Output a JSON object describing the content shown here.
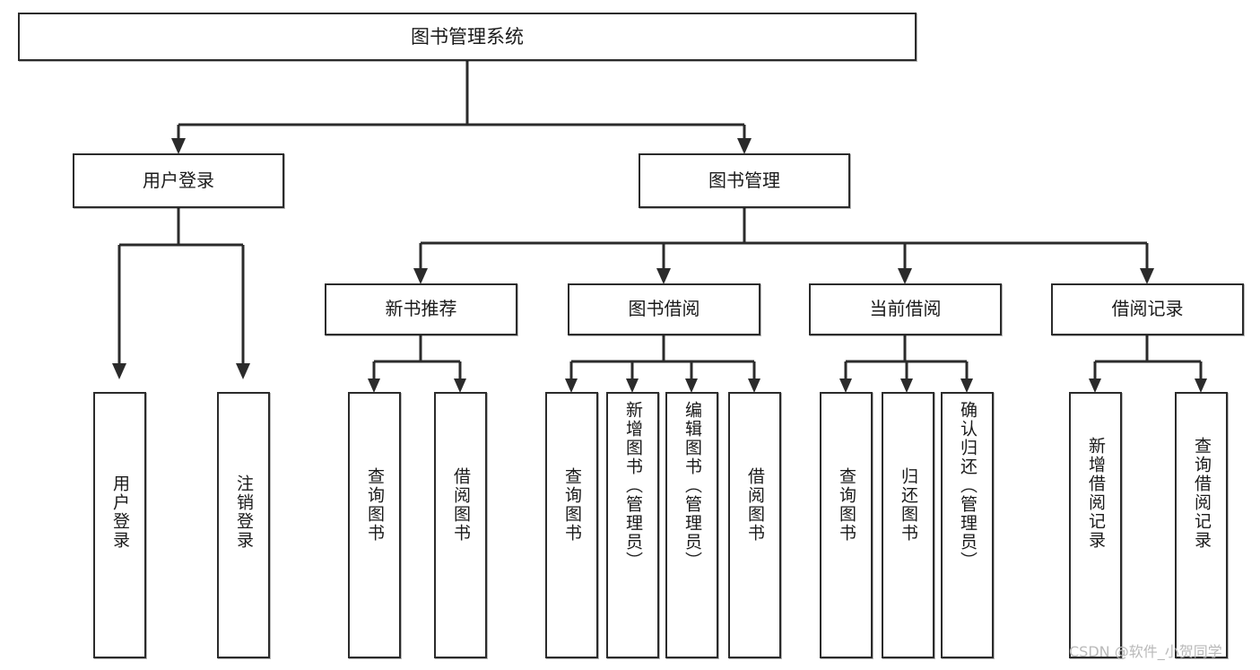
{
  "diagram": {
    "type": "tree-hierarchy",
    "title": "图书管理系统",
    "orientation": "top-down",
    "line_color": "#2b2b2b",
    "box_fill": "#ffffff",
    "box_stroke": "#2b2b2b",
    "text_color": "#1a1a1a",
    "watermark": "CSDN @软件_小贺同学",
    "watermark_color": "#b9b9b9"
  },
  "nodes": {
    "root": {
      "label": "图书管理系统",
      "level": 0
    },
    "level1": [
      {
        "id": "user-login",
        "label": "用户登录",
        "level": 1
      },
      {
        "id": "book-manage",
        "label": "图书管理",
        "level": 1
      }
    ],
    "level2": [
      {
        "id": "new-book-recommend",
        "label": "新书推荐",
        "level": 2,
        "parent": "book-manage"
      },
      {
        "id": "book-borrow",
        "label": "图书借阅",
        "level": 2,
        "parent": "book-manage"
      },
      {
        "id": "current-borrow",
        "label": "当前借阅",
        "level": 2,
        "parent": "book-manage"
      },
      {
        "id": "borrow-record",
        "label": "借阅记录",
        "level": 2,
        "parent": "book-manage"
      }
    ],
    "leaves": [
      {
        "id": "leaf-user-login",
        "label": "用户登录",
        "parent": "user-login"
      },
      {
        "id": "leaf-logout",
        "label": "注销登录",
        "parent": "user-login"
      },
      {
        "id": "leaf-query-book-1",
        "label": "查询图书",
        "parent": "new-book-recommend"
      },
      {
        "id": "leaf-borrow-book-1",
        "label": "借阅图书",
        "parent": "new-book-recommend"
      },
      {
        "id": "leaf-query-book-2",
        "label": "查询图书",
        "parent": "book-borrow"
      },
      {
        "id": "leaf-add-book",
        "label": "新增图书（管理员）",
        "parent": "book-borrow"
      },
      {
        "id": "leaf-edit-book",
        "label": "编辑图书（管理员）",
        "parent": "book-borrow"
      },
      {
        "id": "leaf-borrow-book-2",
        "label": "借阅图书",
        "parent": "book-borrow"
      },
      {
        "id": "leaf-query-book-3",
        "label": "查询图书",
        "parent": "current-borrow"
      },
      {
        "id": "leaf-return-book",
        "label": "归还图书",
        "parent": "current-borrow"
      },
      {
        "id": "leaf-confirm-return",
        "label": "确认归还（管理员）",
        "parent": "current-borrow"
      },
      {
        "id": "leaf-add-record",
        "label": "新增借阅记录",
        "parent": "borrow-record"
      },
      {
        "id": "leaf-query-record",
        "label": "查询借阅记录",
        "parent": "borrow-record"
      }
    ]
  }
}
